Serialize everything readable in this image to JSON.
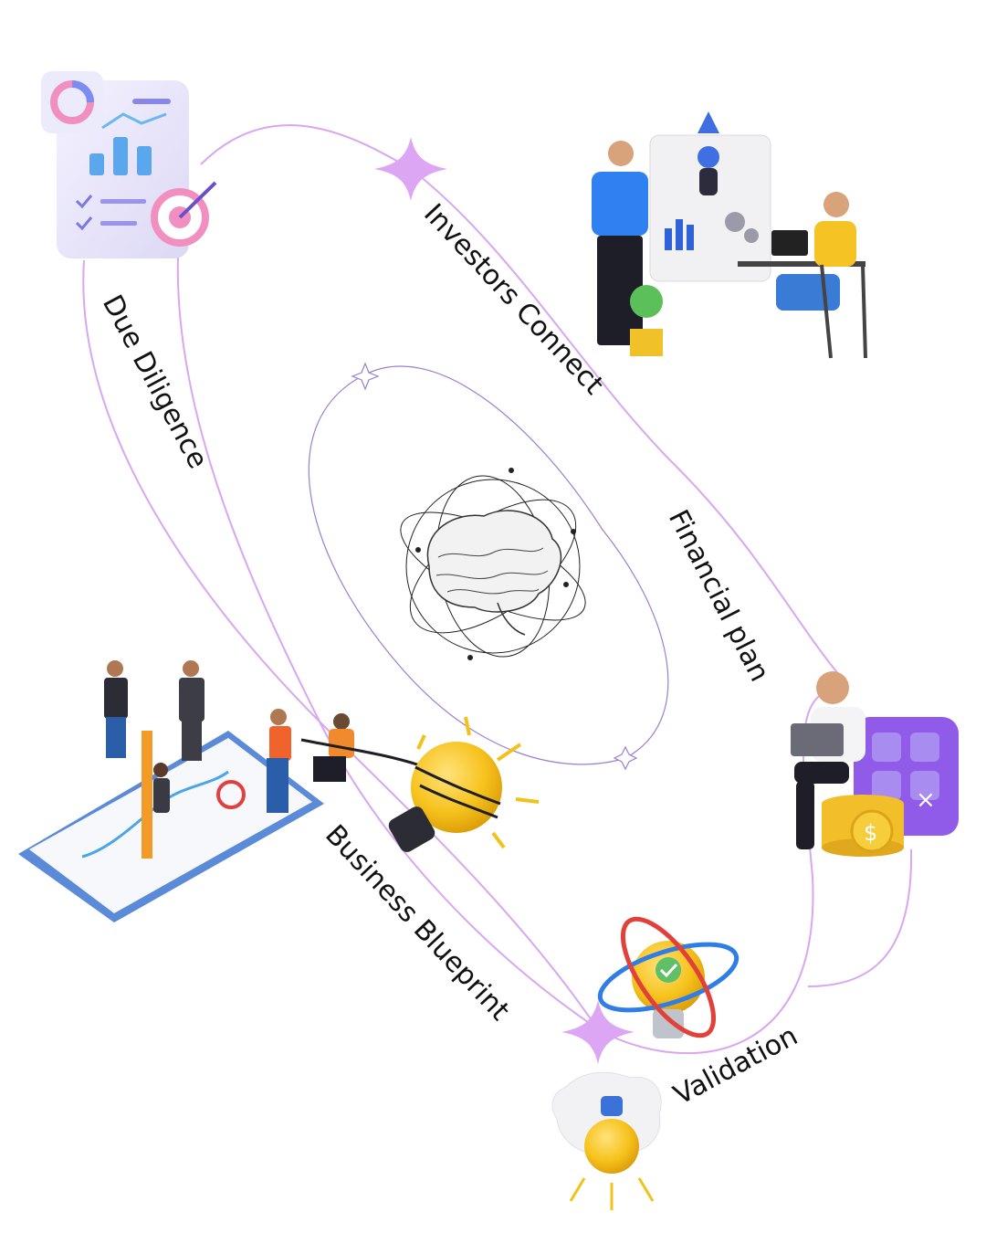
{
  "stages": [
    {
      "id": "due-diligence",
      "label": "Due Diligence",
      "icon": "report-target-icon"
    },
    {
      "id": "investors-connect",
      "label": "Investors Connect",
      "icon": "presentation-rocket-icon"
    },
    {
      "id": "financial-plan",
      "label": "Financial plan",
      "icon": "calculator-coins-icon"
    },
    {
      "id": "validation",
      "label": "Validation",
      "icon": "idea-bulb-icon"
    },
    {
      "id": "business-blueprint",
      "label": "Business Blueprint",
      "icon": "team-strategy-board-icon"
    }
  ],
  "center": {
    "icon": "brain-orbit-icon"
  },
  "colors": {
    "path": "#d9a6f0",
    "star": "#dda6f5",
    "inner_loop": "#9b7fd0",
    "bulb": "#f6c21c",
    "calculator": "#8f5be8",
    "text": "#111111"
  }
}
